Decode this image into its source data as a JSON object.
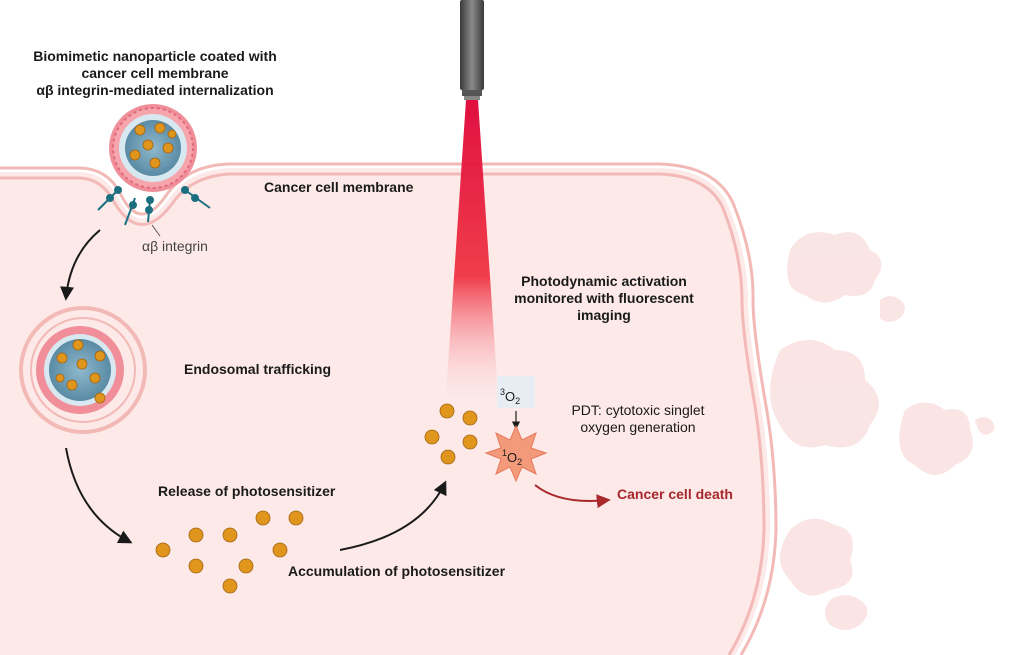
{
  "labels": {
    "nanoparticle_line1": "Biomimetic nanoparticle coated with",
    "nanoparticle_line2": "cancer cell membrane",
    "nanoparticle_line3": "αβ integrin-mediated internalization",
    "membrane": "Cancer cell membrane",
    "integrin": "αβ integrin",
    "endosomal": "Endosomal trafficking",
    "release": "Release of photosensitizer",
    "accumulation": "Accumulation of photosensitizer",
    "photodynamic_line1": "Photodynamic activation",
    "photodynamic_line2": "monitored with fluorescent",
    "photodynamic_line3": "imaging",
    "pdt_line1": "PDT: cytotoxic singlet",
    "pdt_line2": "oxygen generation",
    "death": "Cancer cell death"
  },
  "oxygen": {
    "triplet_sup": "3",
    "triplet_base": "O",
    "triplet_sub": "2",
    "singlet_sup": "1",
    "singlet_base": "O",
    "singlet_sub": "2"
  },
  "colors": {
    "cell_fill": "#fce9e8",
    "membrane": "#f2b9b7",
    "photosensitizer": "#e0951d",
    "laser": "#e01040",
    "death_arrow": "#a8282c",
    "singlet_star": "#f39a7a"
  }
}
